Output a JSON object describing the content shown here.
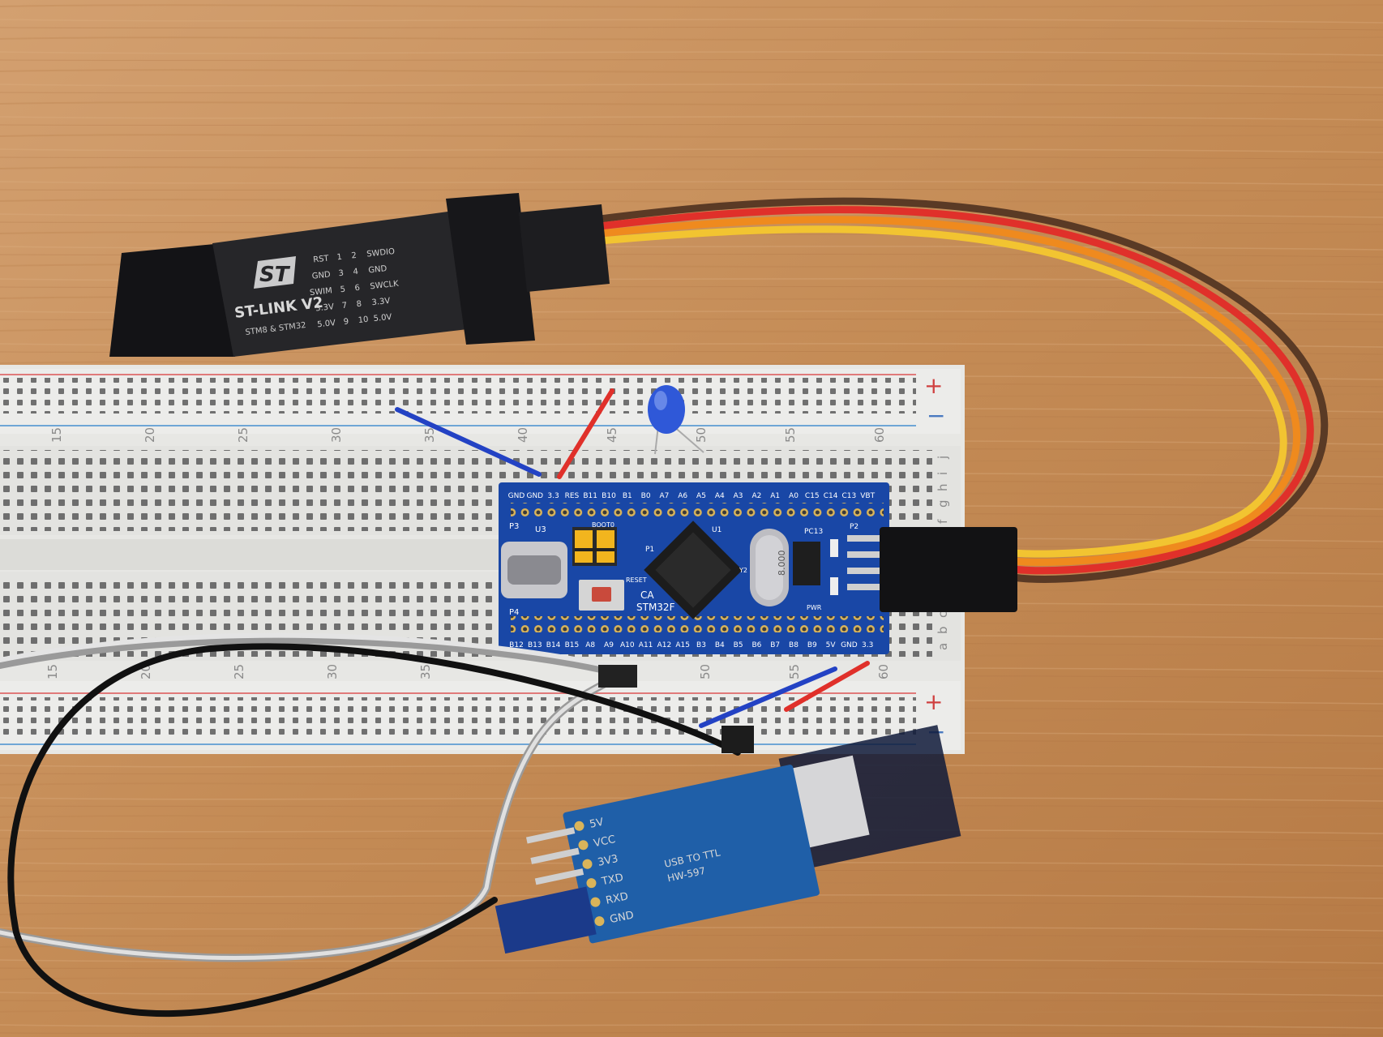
{
  "stlink": {
    "logo": "ST",
    "model": "ST-LINK V2",
    "subtitle": "STM8 & STM32",
    "pins_left": [
      "RST",
      "GND",
      "SWIM",
      "3.3V",
      "5.0V"
    ],
    "pins_right": [
      "SWDIO",
      "GND",
      "SWCLK",
      "3.3V",
      "5.0V"
    ],
    "pin_numbers": [
      "1",
      "2",
      "3",
      "4",
      "5",
      "6",
      "7",
      "8",
      "9",
      "10"
    ]
  },
  "breadboard": {
    "col_numbers_top": [
      "15",
      "20",
      "25",
      "30",
      "35",
      "40",
      "45",
      "50",
      "55",
      "60"
    ],
    "col_numbers_bottom": [
      "15",
      "20",
      "25",
      "30",
      "35",
      "50",
      "55",
      "60"
    ],
    "row_letters_right_top": [
      "j",
      "i",
      "h",
      "g",
      "f"
    ],
    "row_letters_right_bottom": [
      "c",
      "b",
      "a"
    ],
    "rail_plus": "+",
    "rail_minus": "−"
  },
  "stm32_board": {
    "top_pins": [
      "GND",
      "GND",
      "3.3",
      "RES",
      "B11",
      "B10",
      "B1",
      "B0",
      "A7",
      "A6",
      "A5",
      "A4",
      "A3",
      "A2",
      "A1",
      "A0",
      "C15",
      "C14",
      "C13",
      "VBT"
    ],
    "bottom_pins": [
      "B12",
      "B13",
      "B14",
      "B15",
      "A8",
      "A9",
      "A10",
      "A11",
      "A12",
      "A15",
      "B3",
      "B4",
      "B5",
      "B6",
      "B7",
      "B8",
      "B9",
      "5V",
      "GND",
      "3.3"
    ],
    "labels": {
      "p3": "P3",
      "u3": "U3",
      "boot": "BOOT0",
      "p1": "P1",
      "u1": "U1",
      "pc13": "PC13",
      "p2": "P2",
      "p4": "P4",
      "ca": "CA",
      "chip": "STM32F",
      "reset": "RESET",
      "crystal": "8.000",
      "y2": "Y2",
      "pwr": "PWR"
    }
  },
  "usb_ttl": {
    "title": "USB TO TTL",
    "model": "HW-597",
    "pins": [
      "5V",
      "VCC",
      "3V3",
      "TXD",
      "RXD",
      "GND"
    ]
  },
  "colors": {
    "wood": "#c9935e",
    "pcb_blue": "#1947a6",
    "stlink_black": "#1c1c1e",
    "wire_red": "#e0302a",
    "wire_orange": "#ef8a1e",
    "wire_yellow": "#f2c431",
    "wire_brown": "#5a3a25",
    "wire_blue": "#2342c4",
    "led_blue": "#2f58d8"
  }
}
